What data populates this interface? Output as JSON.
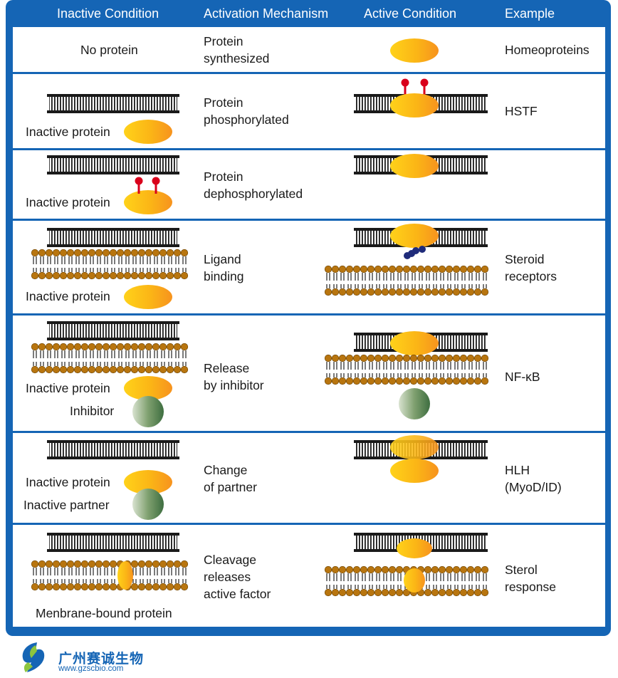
{
  "headers": [
    "Inactive Condition",
    "Activation Mechanism",
    "Active Condition",
    "Example"
  ],
  "rows": [
    {
      "inactive_label": "No protein",
      "mechanism": "Protein\nsynthesized",
      "example": "Homeoproteins"
    },
    {
      "inactive_label": "Inactive protein",
      "mechanism": "Protein\nphosphorylated",
      "example": "HSTF"
    },
    {
      "inactive_label": "Inactive protein",
      "mechanism": "Protein\ndephosphorylated",
      "example": ""
    },
    {
      "inactive_label": "Inactive protein",
      "mechanism": "Ligand\nbinding",
      "example": "Steroid\nreceptors"
    },
    {
      "inactive_label": "Inactive protein",
      "inactive_label_2": "Inhibitor",
      "mechanism": "Release\nby inhibitor",
      "example": "NF-κB"
    },
    {
      "inactive_label": "Inactive protein",
      "inactive_label_2": "Inactive partner",
      "mechanism": "Change\nof partner",
      "example": "HLH\n(MyoD/ID)"
    },
    {
      "inactive_label": "Menbrane-bound protein",
      "mechanism": "Cleavage\nreleases\nactive factor",
      "example": "Sterol\nresponse"
    }
  ],
  "logo": {
    "name": "广州赛诚生物",
    "url": "www.gzscbio.com"
  },
  "colors": {
    "frame": "#1565b5",
    "protein_light": "#ffd21a",
    "protein_dark": "#f7931e",
    "phosphate": "#d9001b",
    "ligand": "#1f2b7a",
    "lipid": "#b8750f",
    "inhibitor": "#3e7e45"
  }
}
